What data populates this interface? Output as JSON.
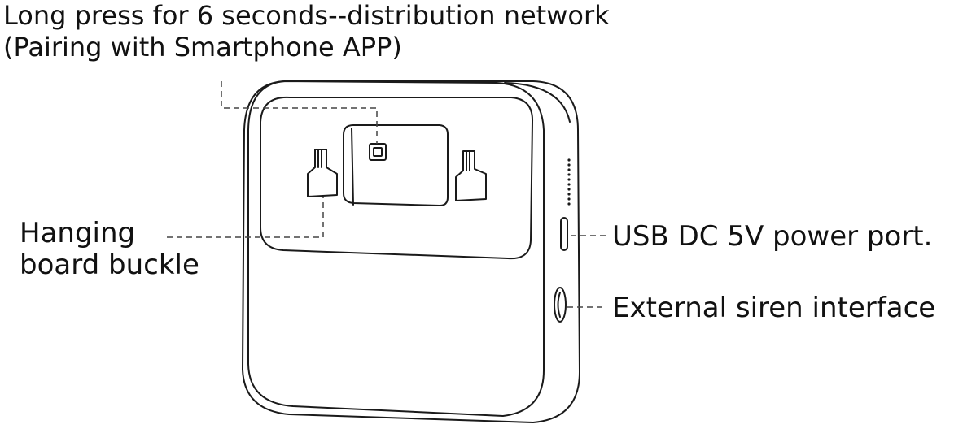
{
  "labels": {
    "top_line1": "Long press for 6 seconds--distribution network",
    "top_line2": "(Pairing with Smartphone APP)",
    "hanging_line1": "Hanging",
    "hanging_line2": "board buckle",
    "usb_port": "USB DC 5V power  port.",
    "siren": "External siren interface"
  },
  "colors": {
    "ink": "#111111",
    "background": "#ffffff"
  }
}
